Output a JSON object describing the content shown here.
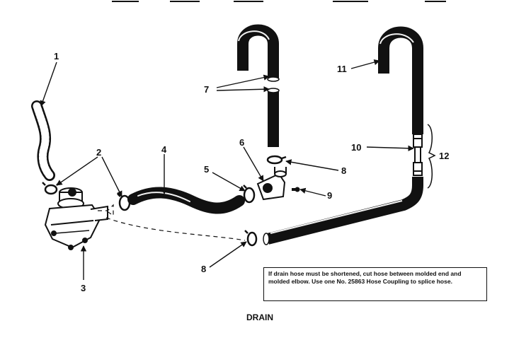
{
  "callouts": {
    "c1": "1",
    "c2": "2",
    "c3": "3",
    "c4": "4",
    "c5": "5",
    "c6": "6",
    "c7": "7",
    "c8a": "8",
    "c8b": "8",
    "c9": "9",
    "c10": "10",
    "c11": "11",
    "c12": "12"
  },
  "note": "If drain hose must be shortened, cut hose between molded end and molded elbow. Use one No. 25863 Hose Coupling to splice hose.",
  "caption": "DRAIN",
  "colors": {
    "ink": "#111111",
    "paper": "#ffffff",
    "hose_highlight": "#f2f2f2"
  }
}
